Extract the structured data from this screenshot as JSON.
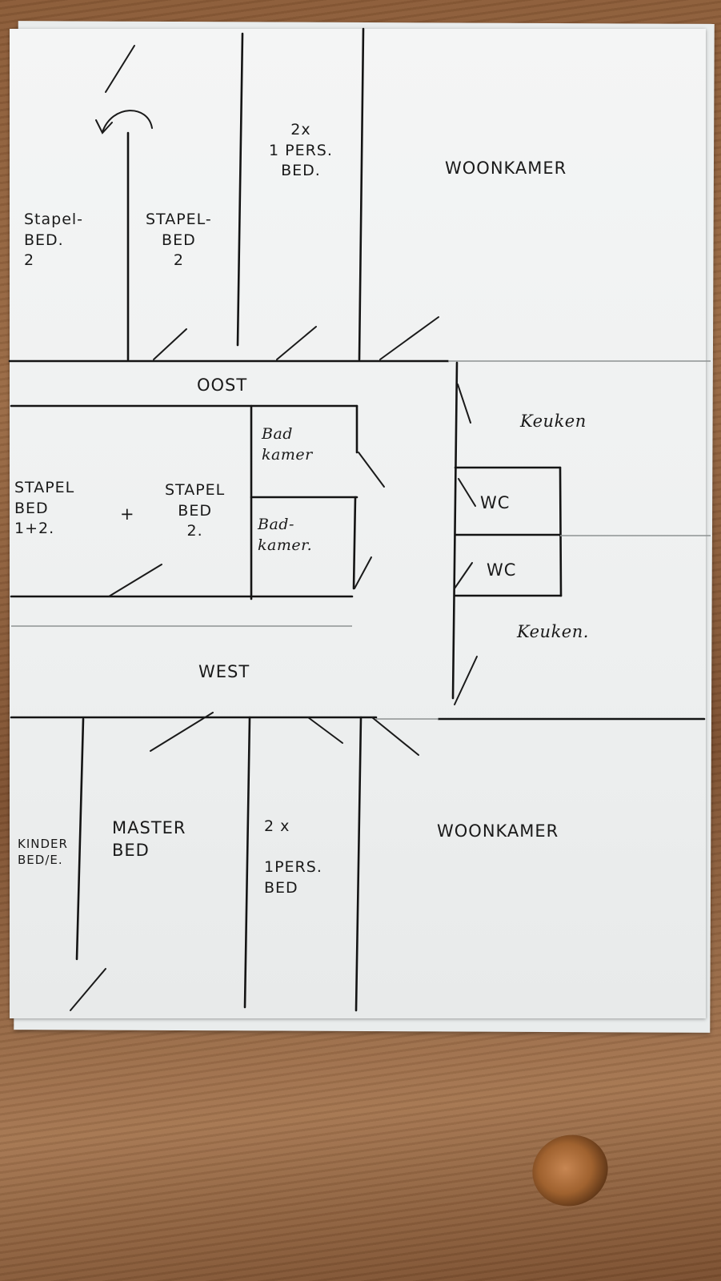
{
  "rooms": {
    "north_bunk_a": "Stapel-\nBED.\n2",
    "north_bunk_b": "STAPEL-\nBED\n2",
    "north_twin": "2x\n1 PERS.\nBED.",
    "north_living": "WOONKAMER",
    "corridor_east": "OOST",
    "middle_bunk_a": "STAPEL\nBED\n1+2.",
    "middle_plus": "+",
    "middle_bunk_b": "STAPEL\nBED\n2.",
    "bathroom_1": "Bad\nkamer",
    "bathroom_2": "Bad-\nkamer.",
    "kitchen_1": "Keuken",
    "wc_1": "WC",
    "wc_2": "WC",
    "kitchen_2": "Keuken.",
    "corridor_west": "WEST",
    "south_child_bed": "KINDER\nBED/E.",
    "south_master_bed": "MASTER\nBED",
    "south_twin": "2 x\n\n1PERS.\nBED",
    "south_living": "WOONKAMER"
  },
  "colors": {
    "ink": "#141414",
    "paper": "#f2f3f3",
    "wood": "#8a5a36"
  }
}
